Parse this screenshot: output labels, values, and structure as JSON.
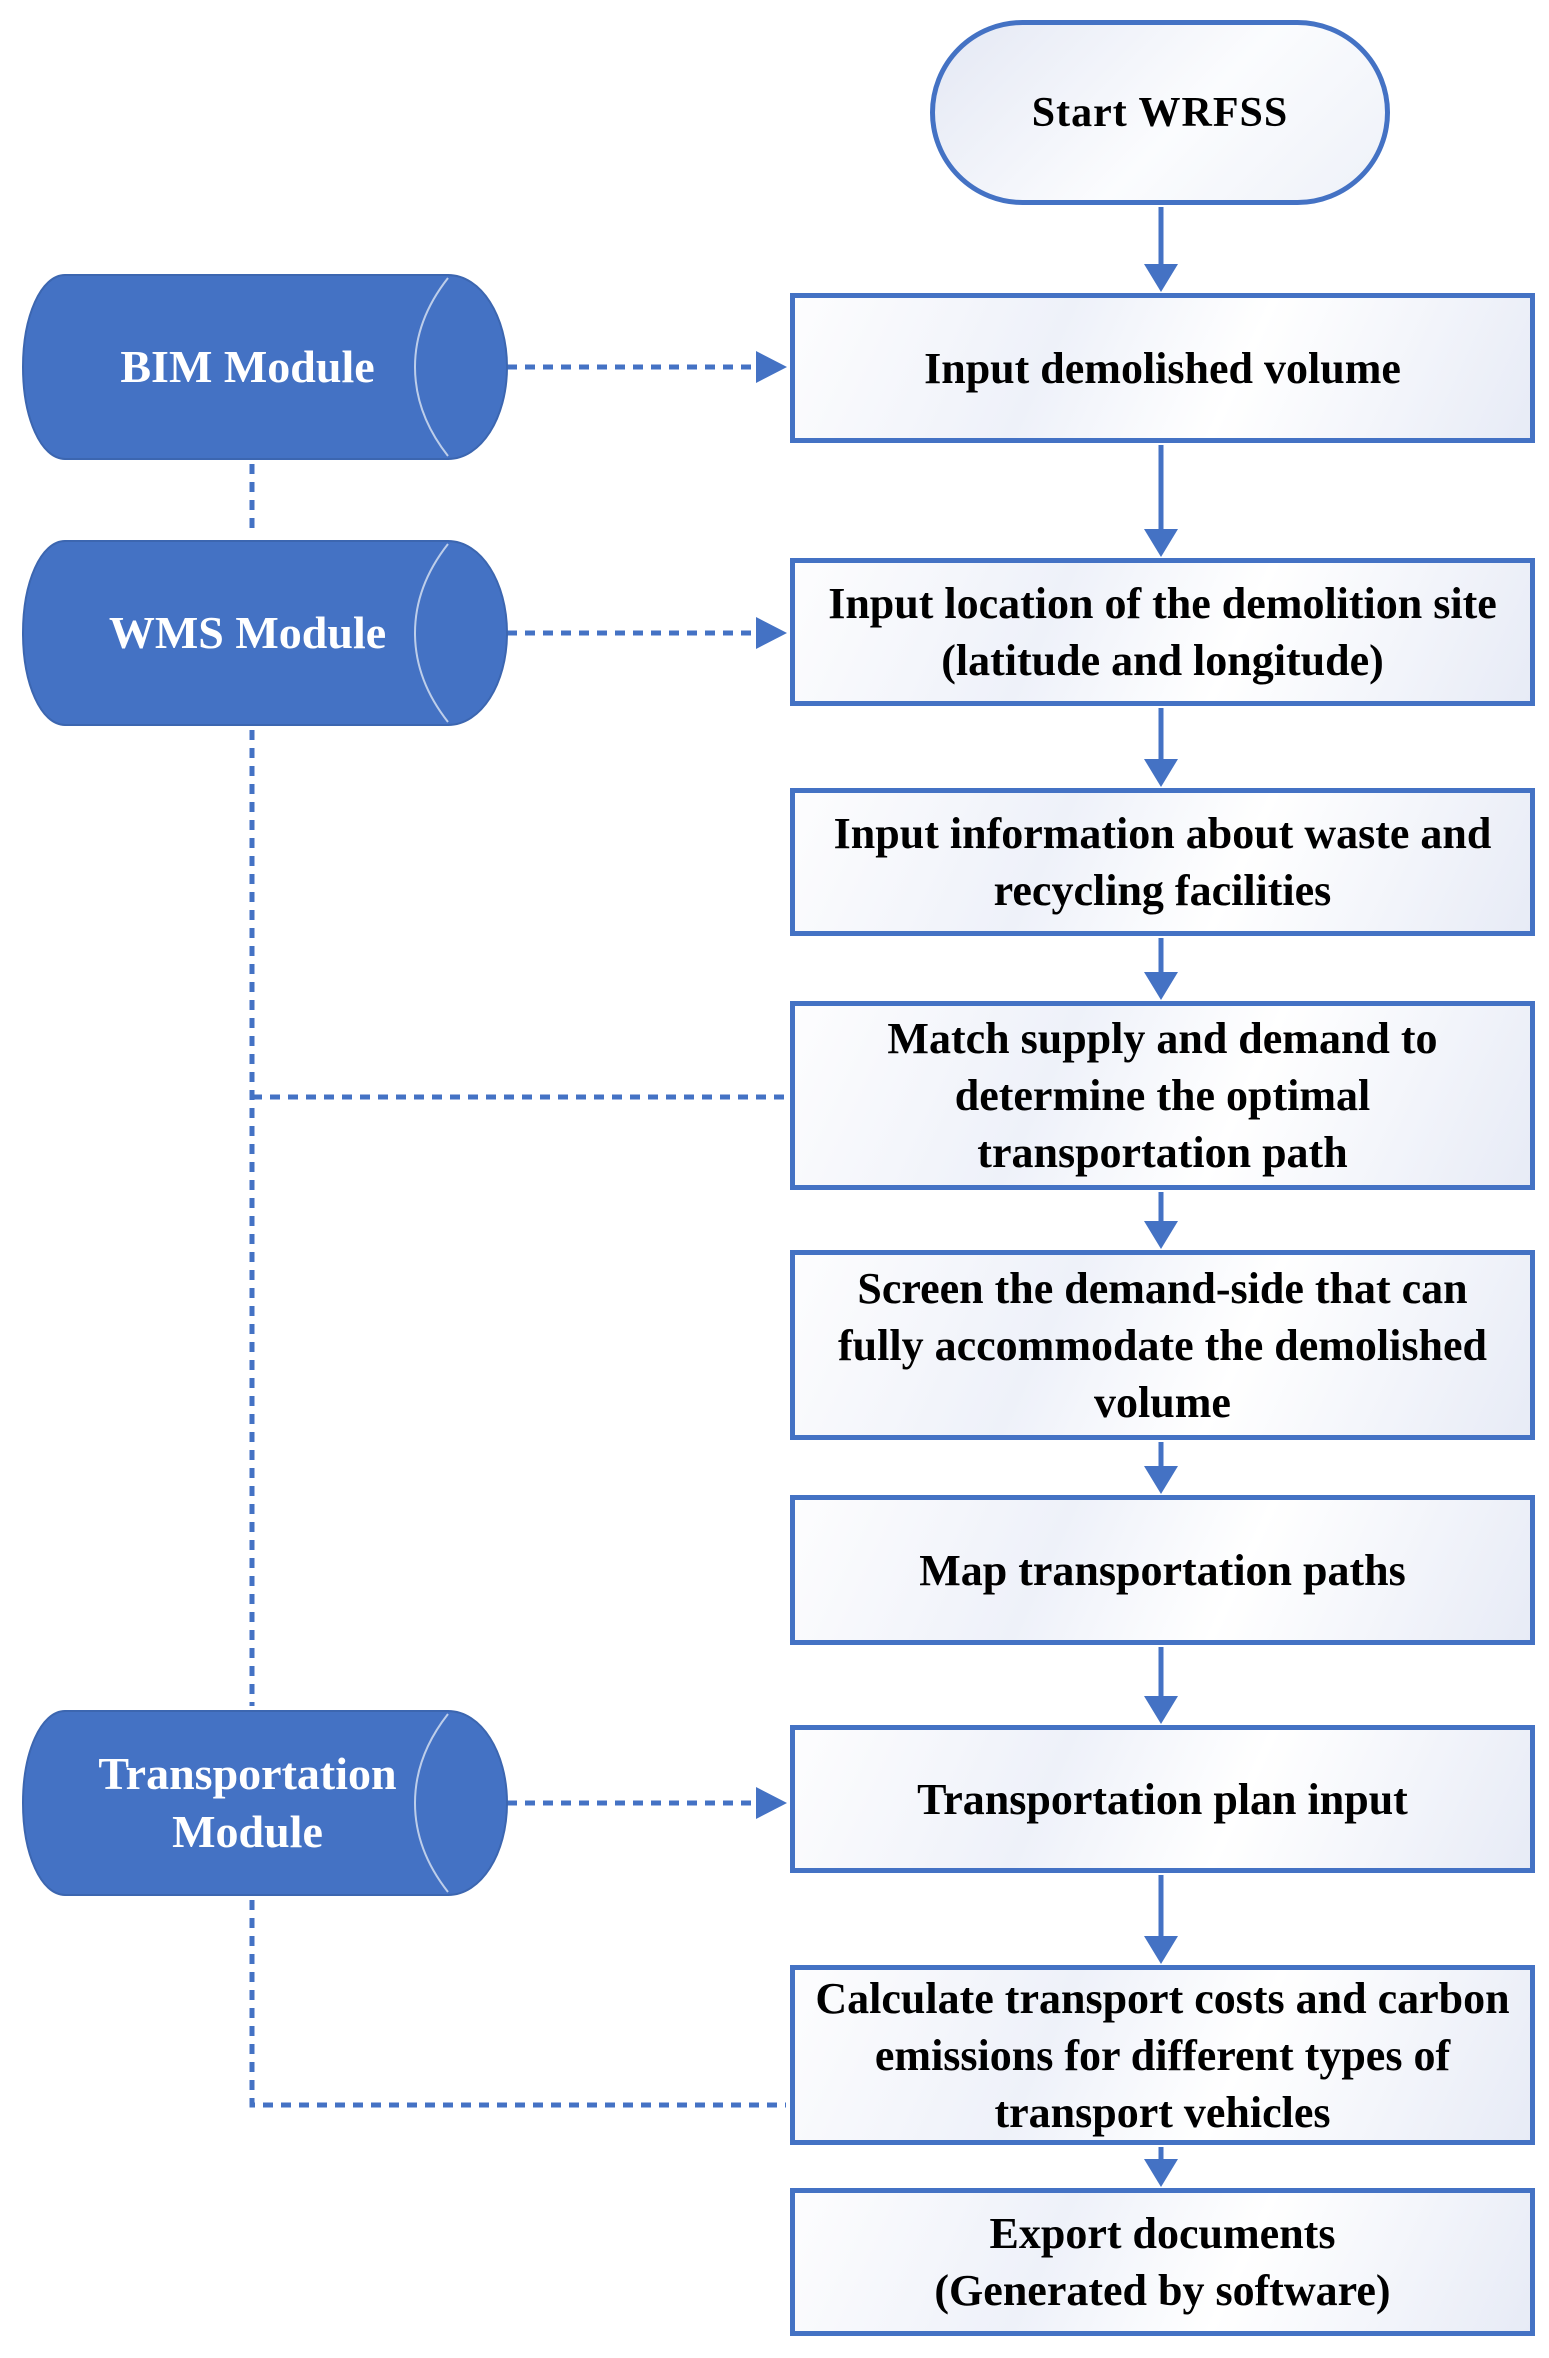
{
  "start": {
    "label": "Start WRFSS"
  },
  "modules": [
    {
      "id": "bim-module",
      "lines": [
        "BIM Module"
      ]
    },
    {
      "id": "wms-module",
      "lines": [
        "WMS Module"
      ]
    },
    {
      "id": "transportation-module",
      "lines": [
        "Transportation",
        "Module"
      ]
    }
  ],
  "steps": [
    {
      "lines": [
        "Input demolished volume"
      ]
    },
    {
      "lines": [
        "Input location of the demolition site",
        "(latitude and longitude)"
      ]
    },
    {
      "lines": [
        "Input information about waste and",
        "recycling facilities"
      ]
    },
    {
      "lines": [
        "Match supply and demand to",
        "determine the optimal",
        "transportation path"
      ]
    },
    {
      "lines": [
        "Screen the demand-side that can",
        "fully accommodate the demolished",
        "volume"
      ]
    },
    {
      "lines": [
        "Map transportation paths"
      ]
    },
    {
      "lines": [
        "Transportation plan input"
      ]
    },
    {
      "lines": [
        "Calculate transport costs and carbon",
        "emissions for different types of",
        "transport vehicles"
      ]
    },
    {
      "lines": [
        "Export documents",
        "(Generated by software)"
      ]
    }
  ],
  "colors": {
    "accent": "#4472C4",
    "module_fill": "#4472C4",
    "module_text": "#FFFFFF",
    "box_text": "#000000"
  }
}
